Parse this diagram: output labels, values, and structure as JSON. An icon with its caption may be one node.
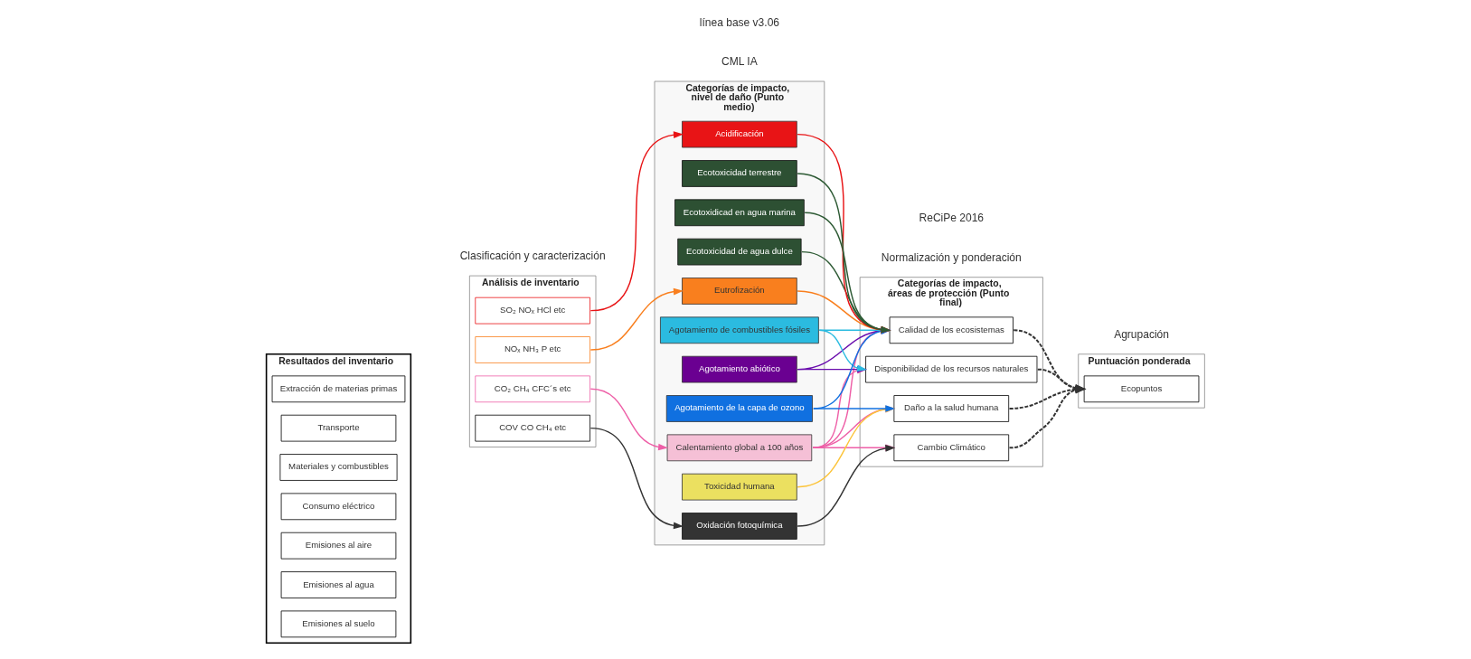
{
  "diagram": {
    "nodes": [
      {
        "text": [
          "Resultados del inventario"
        ]
      },
      {
        "text": [
          "Extracción de materias primas"
        ],
        "in": 0
      },
      {
        "text": [
          "Transporte"
        ],
        "in": 0
      },
      {
        "text": [
          "Materiales y combustibles"
        ],
        "in": 0
      },
      {
        "text": [
          "Consumo eléctrico"
        ],
        "in": 0
      },
      {
        "text": [
          "Emisiones al aire"
        ],
        "in": 0
      },
      {
        "text": [
          "Emisiones al agua"
        ],
        "in": 0
      },
      {
        "text": [
          "Emisiones al suelo"
        ],
        "in": 0
      },
      {
        "text": [
          "Análisis de inventario"
        ]
      },
      {
        "text": [
          "CO₂ CH₄ CFC´s etc"
        ],
        "in": 8
      },
      {
        "text": [
          "NOₓ NH₃ P etc"
        ],
        "in": 8
      },
      {
        "text": [
          "SO₂ NOₓ HCl etc"
        ],
        "in": 8
      },
      {
        "text": [
          "COV CO CH₄ etc"
        ],
        "in": 8
      },
      {
        "text": [
          "Categorías de impacto, nivel de daño (Punto medio)"
        ]
      },
      {
        "text": [
          "Calentamiento global a 100 años"
        ],
        "in": 13
      },
      {
        "text": [
          "Agotamiento abiótico"
        ],
        "in": 13
      },
      {
        "text": [
          "Agotamiento de combustibles fósiles"
        ],
        "in": 13
      },
      {
        "text": [
          "Toxicidad humana"
        ],
        "in": 13
      },
      {
        "text": [
          "Ecotoxidicad en agua marina"
        ],
        "in": 13
      },
      {
        "text": [
          "Ecotoxicidad de agua dulce"
        ],
        "in": 13
      },
      {
        "text": [
          "Eutrofización"
        ],
        "in": 13
      },
      {
        "text": [
          "Agotamiento de la capa de ozono"
        ],
        "in": 13
      },
      {
        "text": [
          "Acidificación"
        ],
        "in": 13
      },
      {
        "text": [
          "Ecotoxicidad terrestre"
        ],
        "in": 13
      },
      {
        "text": [
          "Oxidación fotoquímica"
        ],
        "in": 13
      },
      {
        "text": [
          "Categorías de impacto, áreas de protección (Punto final)"
        ]
      },
      {
        "text": [
          "Daño a la salud humana"
        ],
        "in": 25
      },
      {
        "text": [
          "Calidad de los ecosistemas"
        ],
        "in": 25
      },
      {
        "text": [
          "Cambio Climático"
        ],
        "in": 25
      },
      {
        "text": [
          "Disponibilidad de los recursos naturales"
        ],
        "in": 25
      },
      {
        "text": [
          "Puntuación ponderada"
        ]
      },
      {
        "text": [
          "Ecopuntos"
        ],
        "in": 30
      }
    ],
    "edges": [
      {
        "from": 9,
        "to": 14,
        "arrow": "to",
        "color": "#ee5fa7"
      },
      {
        "from": 10,
        "to": 20,
        "arrow": "to",
        "color": "#f97f1e"
      },
      {
        "from": 11,
        "to": 22,
        "arrow": "to",
        "color": "#e81416"
      },
      {
        "from": 12,
        "to": 24,
        "arrow": "to"
      },
      {
        "from": 14,
        "to": 26,
        "arrow": "to",
        "color": "#ee5fa7"
      },
      {
        "from": 14,
        "to": 27,
        "arrow": "to",
        "color": "#ee5fa7"
      },
      {
        "from": 14,
        "to": 28,
        "arrow": "to",
        "color": "#ee5fa7"
      },
      {
        "from": 14,
        "to": 29,
        "arrow": "to",
        "color": "#ee5fa7"
      },
      {
        "from": 15,
        "to": 27,
        "arrow": "to",
        "color": "#6a0dad"
      },
      {
        "from": 15,
        "to": 29,
        "arrow": "to",
        "color": "#6a0dad"
      },
      {
        "from": 16,
        "to": 27,
        "arrow": "to",
        "color": "#2bbbe0"
      },
      {
        "from": 16,
        "to": 29,
        "arrow": "to",
        "color": "#2bbbe0"
      },
      {
        "from": 17,
        "to": 26,
        "arrow": "to",
        "color": "#fcc43a"
      },
      {
        "from": 18,
        "to": 27,
        "arrow": "to",
        "color": "#2d5a34"
      },
      {
        "from": 19,
        "to": 27,
        "arrow": "to",
        "color": "#2d5a34"
      },
      {
        "from": 20,
        "to": 27,
        "arrow": "to",
        "color": "#f97f1e"
      },
      {
        "from": 21,
        "to": 26,
        "arrow": "to",
        "color": "#1070e0"
      },
      {
        "from": 21,
        "to": 27,
        "arrow": "to",
        "color": "#1070e0"
      },
      {
        "from": 22,
        "to": 27,
        "arrow": "to",
        "color": "#e81416"
      },
      {
        "from": 23,
        "to": 27,
        "arrow": "to",
        "color": "#2d5a34"
      },
      {
        "from": 24,
        "to": 28,
        "arrow": "to"
      },
      {
        "from": 26,
        "to": 31,
        "arrow": "to",
        "style": "dashed"
      },
      {
        "from": 27,
        "to": 31,
        "arrow": "to",
        "style": "dashed"
      },
      {
        "from": 28,
        "to": 31,
        "arrow": "to",
        "style": "dashed"
      },
      {
        "from": 29,
        "to": 31,
        "arrow": "to",
        "style": "dashed"
      }
    ],
    "labels": [
      "Clasificación y caracterización",
      "Normalización y ponderación",
      "Agrupación",
      "ReCiPe 2016",
      "CML IA",
      "línea base v3.06"
    ]
  }
}
